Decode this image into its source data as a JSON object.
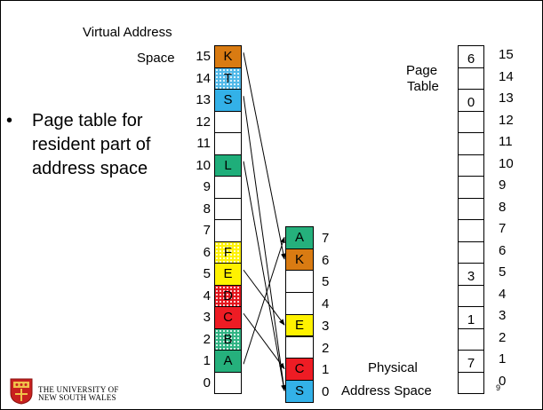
{
  "virtual_title": [
    "Virtual Address",
    "Space"
  ],
  "bullet_text": [
    "Page table for",
    "resident part of",
    "address space"
  ],
  "virtual_space": [
    {
      "num": "15",
      "label": "K",
      "color": "#d97b12",
      "pattern": false
    },
    {
      "num": "14",
      "label": "T",
      "color": "#4fb8e8",
      "pattern": true
    },
    {
      "num": "13",
      "label": "S",
      "color": "#33b1e8",
      "pattern": false
    },
    {
      "num": "12",
      "label": "",
      "color": "",
      "pattern": false
    },
    {
      "num": "11",
      "label": "",
      "color": "",
      "pattern": false
    },
    {
      "num": "10",
      "label": "L",
      "color": "#1fae7a",
      "pattern": false
    },
    {
      "num": "9",
      "label": "",
      "color": "",
      "pattern": false
    },
    {
      "num": "8",
      "label": "",
      "color": "",
      "pattern": false
    },
    {
      "num": "7",
      "label": "",
      "color": "",
      "pattern": false
    },
    {
      "num": "6",
      "label": "F",
      "color": "#fff200",
      "pattern": true
    },
    {
      "num": "5",
      "label": "E",
      "color": "#fff200",
      "pattern": false
    },
    {
      "num": "4",
      "label": "D",
      "color": "#e3141c",
      "pattern": true
    },
    {
      "num": "3",
      "label": "C",
      "color": "#ee1c24",
      "pattern": false
    },
    {
      "num": "2",
      "label": "B",
      "color": "#2fb383",
      "pattern": true
    },
    {
      "num": "1",
      "label": "A",
      "color": "#25b07c",
      "pattern": false
    },
    {
      "num": "0",
      "label": "",
      "color": "",
      "pattern": false
    }
  ],
  "physical_space": [
    {
      "num": "7",
      "label": "A",
      "color": "#25b07c"
    },
    {
      "num": "6",
      "label": "K",
      "color": "#d97b12"
    },
    {
      "num": "5",
      "label": "",
      "color": ""
    },
    {
      "num": "4",
      "label": "",
      "color": ""
    },
    {
      "num": "3",
      "label": "E",
      "color": "#fff200"
    },
    {
      "num": "2",
      "label": "",
      "color": ""
    },
    {
      "num": "1",
      "label": "C",
      "color": "#ee1c24"
    },
    {
      "num": "0",
      "label": "S",
      "color": "#33b1e8"
    }
  ],
  "physical_title": [
    "Physical",
    "Address Space"
  ],
  "page_table_title": [
    "Page",
    "Table"
  ],
  "page_table": [
    {
      "num": "15",
      "value": "6"
    },
    {
      "num": "14",
      "value": ""
    },
    {
      "num": "13",
      "value": "0"
    },
    {
      "num": "12",
      "value": ""
    },
    {
      "num": "11",
      "value": ""
    },
    {
      "num": "10",
      "value": ""
    },
    {
      "num": "9",
      "value": ""
    },
    {
      "num": "8",
      "value": ""
    },
    {
      "num": "7",
      "value": ""
    },
    {
      "num": "6",
      "value": ""
    },
    {
      "num": "5",
      "value": "3"
    },
    {
      "num": "4",
      "value": ""
    },
    {
      "num": "3",
      "value": "1"
    },
    {
      "num": "2",
      "value": ""
    },
    {
      "num": "1",
      "value": "7"
    },
    {
      "num": "0",
      "value": ""
    }
  ],
  "mappings": [
    {
      "from": "K",
      "to": "K"
    },
    {
      "from": "S",
      "to": "S"
    },
    {
      "from": "L",
      "to": "S"
    },
    {
      "from": "E",
      "to": "E"
    },
    {
      "from": "C",
      "to": "C"
    },
    {
      "from": "A",
      "to": "A"
    }
  ],
  "slide_number": "9",
  "logo": {
    "line1": "THE UNIVERSITY OF",
    "line2": "NEW SOUTH WALES"
  }
}
